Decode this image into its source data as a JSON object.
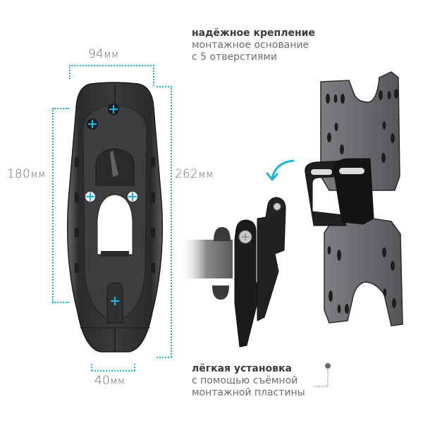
{
  "colors": {
    "accent": "#1fb1df",
    "text": "#6e6e6e",
    "title_text": "#3a3a3a",
    "base_plastic": "#3b3b3d",
    "plate_metal": "#6f7073",
    "bracket_black": "#1e1e1e"
  },
  "dimensions": {
    "width_top": {
      "value": "94",
      "unit": "мм"
    },
    "height_inner": {
      "value": "180",
      "unit": "мм"
    },
    "height_outer": {
      "value": "262",
      "unit": "мм"
    },
    "width_bottom": {
      "value": "40",
      "unit": "мм"
    }
  },
  "captions": {
    "mounting": {
      "title": "надёжное крепление",
      "line1": "монтажное основание",
      "line2": "с 5 отверстиями"
    },
    "installation": {
      "title": "лёгкая установка",
      "line1": "с помощью съёмной",
      "line2": "монтажной пластины"
    }
  },
  "images": {
    "wall_base": {
      "label": "wall-mount-base",
      "screw_holes": 5
    },
    "tv_plate": {
      "label": "removable-vesa-plate"
    },
    "arm_bracket": {
      "label": "swivel-arm-bracket"
    },
    "arrow": {
      "label": "curved-arrow-down-left"
    }
  }
}
